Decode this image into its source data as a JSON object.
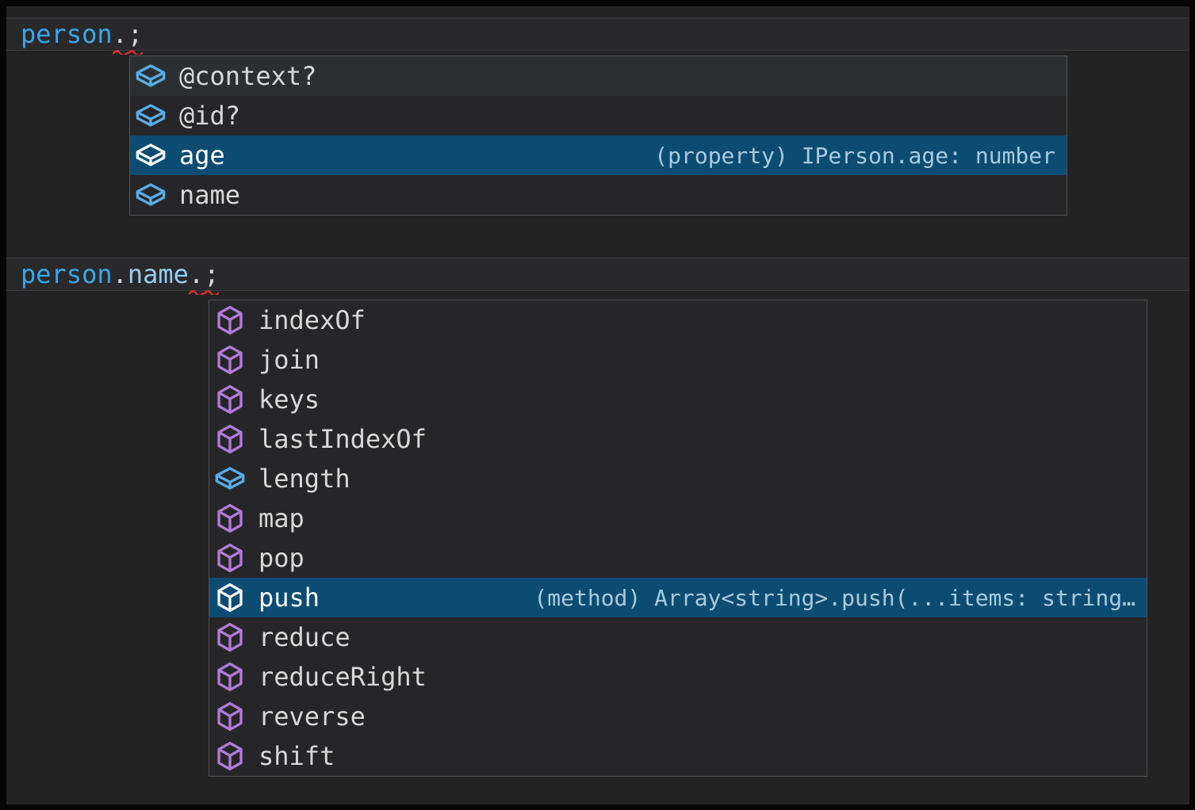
{
  "colors": {
    "frame": "#060606",
    "editor_background": "#232324",
    "line_highlight": "#29292b",
    "line_highlight_border": "#3a3a3d",
    "widget_background": "#262628",
    "widget_border": "#525256",
    "row_hover": "#2c2f31",
    "selection": "#0c4c73",
    "label": "#d8d8d8",
    "label_selected": "#ffffff",
    "detail": "#a9cade",
    "icon_field": "#58ace8",
    "icon_method": "#b37bd9",
    "icon_selected": "#f5f5f5",
    "variable": "#38a6e8",
    "property": "#93cff3",
    "punctuation": "#d6d6d6",
    "error": "#e02d2d"
  },
  "code_lines": [
    {
      "tokens": [
        {
          "text": "person",
          "color_role": "variable"
        },
        {
          "text": ".",
          "color_role": "punctuation",
          "squiggle": true
        },
        {
          "text": ";",
          "color_role": "punctuation",
          "squiggle": true
        }
      ]
    },
    {
      "tokens": [
        {
          "text": "person",
          "color_role": "variable"
        },
        {
          "text": ".",
          "color_role": "punctuation"
        },
        {
          "text": "name",
          "color_role": "property"
        },
        {
          "text": ".",
          "color_role": "punctuation",
          "squiggle": true
        },
        {
          "text": ";",
          "color_role": "punctuation",
          "squiggle": true
        }
      ]
    }
  ],
  "suggest_widgets": [
    {
      "title": "person member suggestions",
      "items": [
        {
          "label": "@context?",
          "kind": "field",
          "state": "hover"
        },
        {
          "label": "@id?",
          "kind": "field",
          "state": ""
        },
        {
          "label": "age",
          "kind": "field",
          "state": "selected",
          "detail": "(property) IPerson.age: number"
        },
        {
          "label": "name",
          "kind": "field",
          "state": ""
        }
      ]
    },
    {
      "title": "person.name member suggestions",
      "items": [
        {
          "label": "indexOf",
          "kind": "method",
          "state": ""
        },
        {
          "label": "join",
          "kind": "method",
          "state": ""
        },
        {
          "label": "keys",
          "kind": "method",
          "state": ""
        },
        {
          "label": "lastIndexOf",
          "kind": "method",
          "state": ""
        },
        {
          "label": "length",
          "kind": "field",
          "state": ""
        },
        {
          "label": "map",
          "kind": "method",
          "state": ""
        },
        {
          "label": "pop",
          "kind": "method",
          "state": ""
        },
        {
          "label": "push",
          "kind": "method",
          "state": "selected",
          "detail": "(method) Array<string>.push(...items: string…"
        },
        {
          "label": "reduce",
          "kind": "method",
          "state": ""
        },
        {
          "label": "reduceRight",
          "kind": "method",
          "state": ""
        },
        {
          "label": "reverse",
          "kind": "method",
          "state": ""
        },
        {
          "label": "shift",
          "kind": "method",
          "state": ""
        }
      ]
    }
  ]
}
